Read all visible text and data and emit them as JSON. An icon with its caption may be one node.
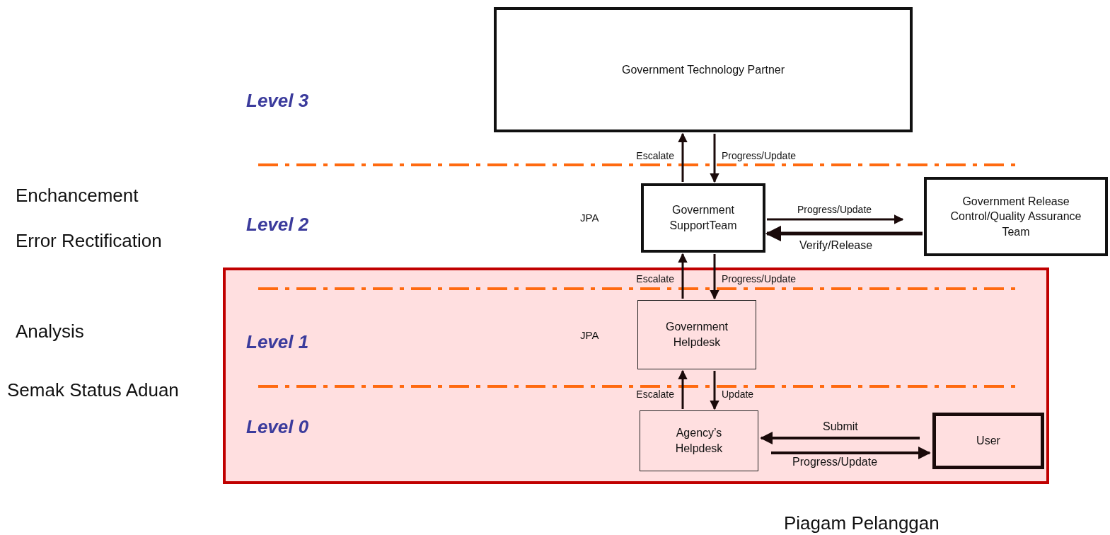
{
  "diagram": {
    "nodes": [
      {
        "text": [
          "Government Technology Partner"
        ]
      },
      {
        "text": [
          "Government SupportTeam"
        ]
      },
      {
        "text": [
          "Government Release Control/Quality Assurance Team"
        ]
      },
      {
        "text": [],
        "shape": "box"
      },
      {
        "text": [
          "Government Helpdesk"
        ],
        "in": 3
      },
      {
        "text": [
          "Agency’s Helpdesk"
        ],
        "in": 3
      },
      {
        "text": [
          "User"
        ],
        "in": 3
      }
    ],
    "edges": [
      {
        "from": 1,
        "to": 0,
        "arrow": "to",
        "label": "Escalate"
      },
      {
        "from": 0,
        "to": 1,
        "arrow": "to",
        "label": "Progress/Update"
      },
      {
        "from": 1,
        "to": 2,
        "arrow": "to",
        "label": "Progress/Update"
      },
      {
        "from": 2,
        "to": 1,
        "arrow": "to",
        "label": "Verify/Release"
      },
      {
        "from": 4,
        "to": 1,
        "arrow": "to",
        "label": "Escalate"
      },
      {
        "from": 1,
        "to": 4,
        "arrow": "to",
        "label": "Progress/Update"
      },
      {
        "from": 5,
        "to": 4,
        "arrow": "to",
        "label": "Escalate"
      },
      {
        "from": 4,
        "to": 5,
        "arrow": "to",
        "label": "Update"
      },
      {
        "from": 6,
        "to": 5,
        "arrow": "to",
        "label": "Submit"
      },
      {
        "from": 5,
        "to": 6,
        "arrow": "to",
        "label": "Progress/Update"
      }
    ],
    "labels": [
      "Level 3",
      "Enchancement",
      "Level 2",
      "JPA",
      "Error Rectification",
      "Analysis",
      "Level 1",
      "JPA",
      "Semak Status Aduan",
      "Level 0",
      "Piagam Pelanggan"
    ]
  }
}
